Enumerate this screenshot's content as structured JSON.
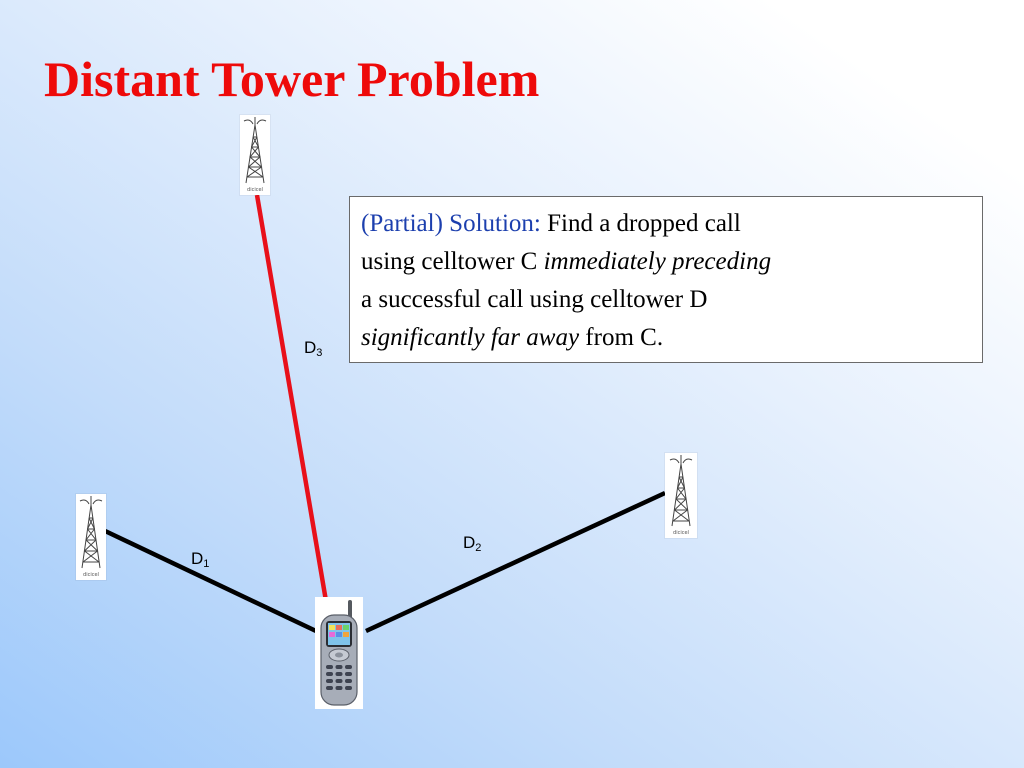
{
  "slide": {
    "title": "Distant Tower Problem"
  },
  "diagram": {
    "nodes": [
      {
        "id": "tower-1",
        "kind": "cell-tower",
        "label": "dicicel"
      },
      {
        "id": "tower-2",
        "kind": "cell-tower",
        "label": "dicicel"
      },
      {
        "id": "tower-3",
        "kind": "cell-tower",
        "label": "dicicel"
      },
      {
        "id": "phone",
        "kind": "mobile-phone"
      }
    ],
    "edges": [
      {
        "from": "tower-1",
        "to": "phone",
        "label": "D",
        "sub": "1",
        "color": "#000000"
      },
      {
        "from": "tower-2",
        "to": "phone",
        "label": "D",
        "sub": "2",
        "color": "#000000"
      },
      {
        "from": "tower-3",
        "to": "phone",
        "label": "D",
        "sub": "3",
        "color": "#e8101a"
      }
    ]
  },
  "solution": {
    "lead": "(Partial) Solution:",
    "line1": "Find a dropped call",
    "line2_a": "using celltower C ",
    "line2_em": "immediately preceding",
    "line3": "a successful call using celltower D",
    "line4_em": "significantly far away",
    "line4_b": " from C."
  },
  "colors": {
    "title": "#ee0a0a",
    "lead": "#1c3fae",
    "highlight_link": "#e8101a"
  }
}
